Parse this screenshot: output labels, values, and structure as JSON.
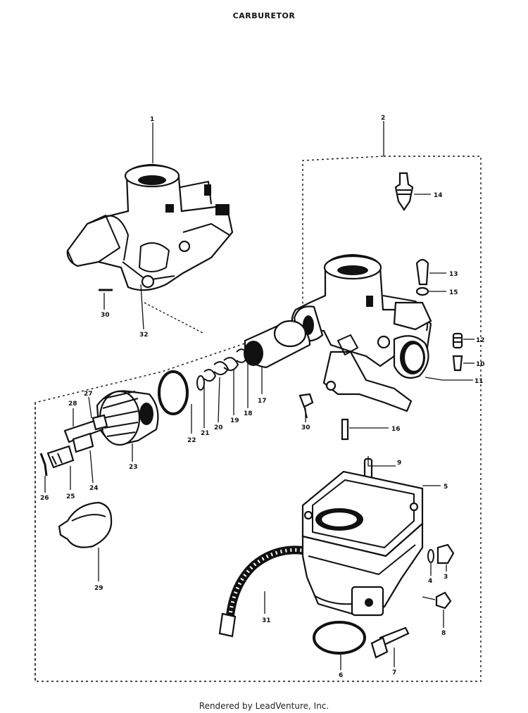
{
  "title": "CARBURETOR",
  "footer": "Rendered by LeadVenture, Inc.",
  "callouts": {
    "c1": "1",
    "c2": "2",
    "c14": "14",
    "c13": "13",
    "c15": "15",
    "c12": "12",
    "c10": "10",
    "c11": "11",
    "c30a": "30",
    "c32": "32",
    "c17": "17",
    "c18": "18",
    "c19": "19",
    "c20": "20",
    "c21": "21",
    "c22": "22",
    "c30b": "30",
    "c16": "16",
    "c28": "28",
    "c27": "27",
    "c23": "23",
    "c26": "26",
    "c25": "25",
    "c24": "24",
    "c9": "9",
    "c5": "5",
    "c29": "29",
    "c4": "4",
    "c3": "3",
    "c31": "31",
    "c8": "8",
    "c6": "6",
    "c7": "7"
  }
}
